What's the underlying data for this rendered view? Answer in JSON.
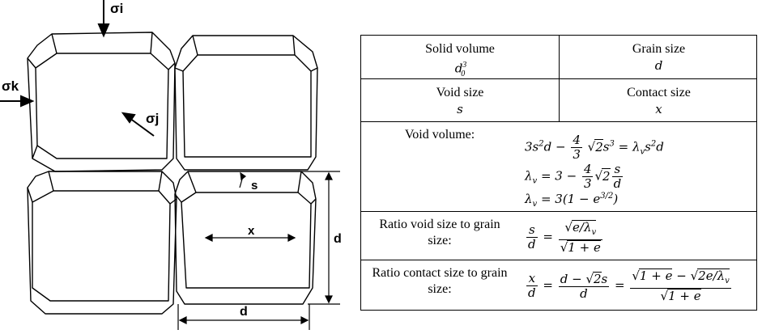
{
  "figure": {
    "sigma_i": "σi",
    "sigma_j": "σj",
    "sigma_k": "σk",
    "s_label": "s",
    "x_label": "x",
    "d_vertical": "d",
    "d_horizontal": "d"
  },
  "table": {
    "solid_volume_label": "Solid volume",
    "solid_volume_value": "d₀³",
    "grain_size_label": "Grain size",
    "grain_size_value": "d",
    "void_size_label": "Void size",
    "void_size_value": "s",
    "contact_size_label": "Contact size",
    "contact_size_value": "x",
    "void_volume_label": "Void volume:",
    "void_volume_eq1": "3s²d − (4/3)√2s³ = λᵥs²d",
    "void_volume_eq2": "λᵥ = 3 − (4/3)√2(s/d)",
    "void_volume_eq3": "λᵥ = 3(1 − e^(3/2))",
    "ratio_void_label": "Ratio void size to grain size:",
    "ratio_void_eq": "s/d = √(e/λᵥ) / √(1+e)",
    "ratio_contact_label": "Ratio contact size to grain size:",
    "ratio_contact_eq": "x/d = (d − √2s)/d = (√(1+e) − √(2e/λᵥ)) / √(1+e)"
  }
}
